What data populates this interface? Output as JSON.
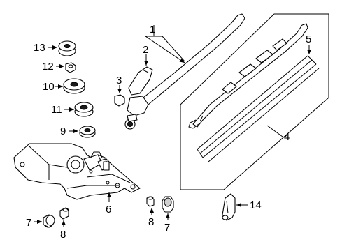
{
  "callouts": [
    {
      "id": "c1",
      "text": "1"
    },
    {
      "id": "c2",
      "text": "2"
    },
    {
      "id": "c3",
      "text": "3"
    },
    {
      "id": "c4",
      "text": "4"
    },
    {
      "id": "c5",
      "text": "5"
    },
    {
      "id": "c6",
      "text": "6"
    },
    {
      "id": "c7a",
      "text": "7"
    },
    {
      "id": "c7b",
      "text": "7"
    },
    {
      "id": "c8a",
      "text": "8"
    },
    {
      "id": "c8b",
      "text": "8"
    },
    {
      "id": "c9",
      "text": "9"
    },
    {
      "id": "c10",
      "text": "10"
    },
    {
      "id": "c11",
      "text": "11"
    },
    {
      "id": "c12",
      "text": "12"
    },
    {
      "id": "c13",
      "text": "13"
    },
    {
      "id": "c14",
      "text": "14"
    }
  ]
}
